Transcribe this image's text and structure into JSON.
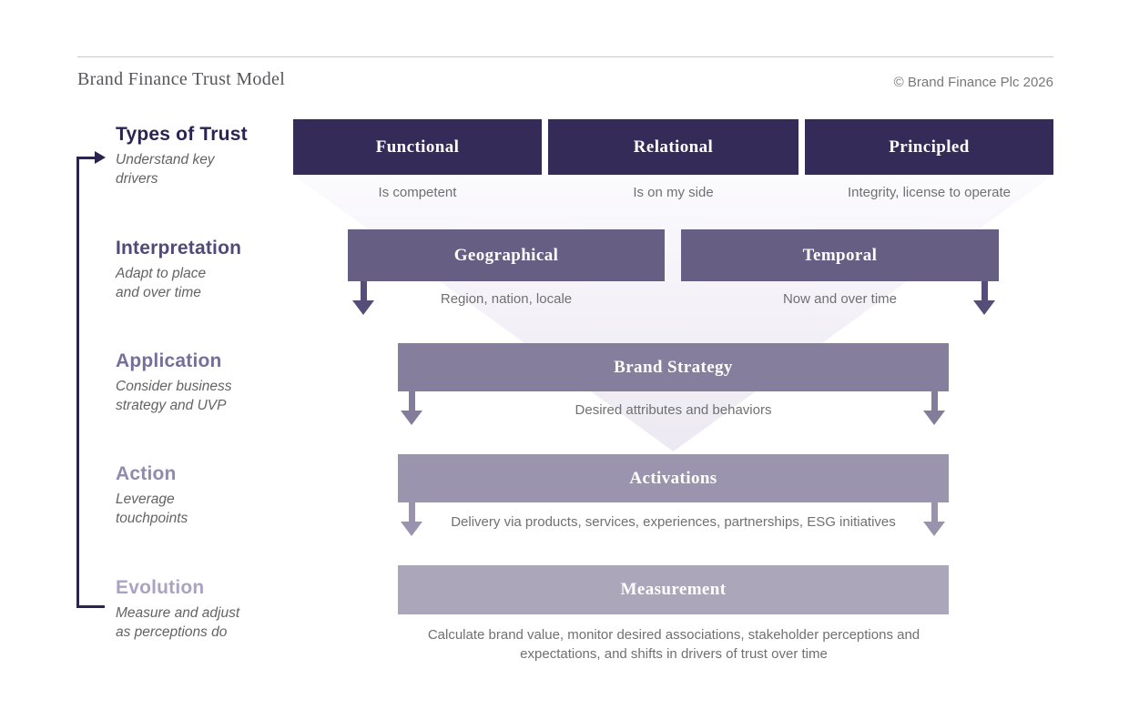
{
  "header": {
    "title": "Brand Finance Trust Model",
    "copyright": "© Brand Finance Plc 2026"
  },
  "stages": [
    {
      "label": "Types of Trust",
      "description": "Understand key\ndrivers"
    },
    {
      "label": "Interpretation",
      "description": "Adapt to place\nand over time"
    },
    {
      "label": "Application",
      "description": "Consider business\nstrategy and UVP"
    },
    {
      "label": "Action",
      "description": "Leverage\ntouchpoints"
    },
    {
      "label": "Evolution",
      "description": "Measure and adjust\nas perceptions do"
    }
  ],
  "funnel": {
    "types": [
      {
        "label": "Functional",
        "caption": "Is competent"
      },
      {
        "label": "Relational",
        "caption": "Is on my side"
      },
      {
        "label": "Principled",
        "caption": "Integrity, license to operate"
      }
    ],
    "interpretation": [
      {
        "label": "Geographical",
        "caption": "Region, nation, locale"
      },
      {
        "label": "Temporal",
        "caption": "Now and over time"
      }
    ],
    "application": {
      "label": "Brand Strategy",
      "caption": "Desired attributes and behaviors"
    },
    "action": {
      "label": "Activations",
      "caption": "Delivery via products, services, experiences, partnerships, ESG initiatives"
    },
    "evolution": {
      "label": "Measurement",
      "caption": "Calculate brand value, monitor desired associations, stakeholder perceptions and\nexpectations, and shifts in drivers of trust over time"
    }
  },
  "colors": {
    "level1": "#342b59",
    "level2": "#665f83",
    "level3": "#857e9c",
    "level4": "#9b94ae",
    "level5": "#aca6bb",
    "accent_dark": "#2b2350"
  }
}
